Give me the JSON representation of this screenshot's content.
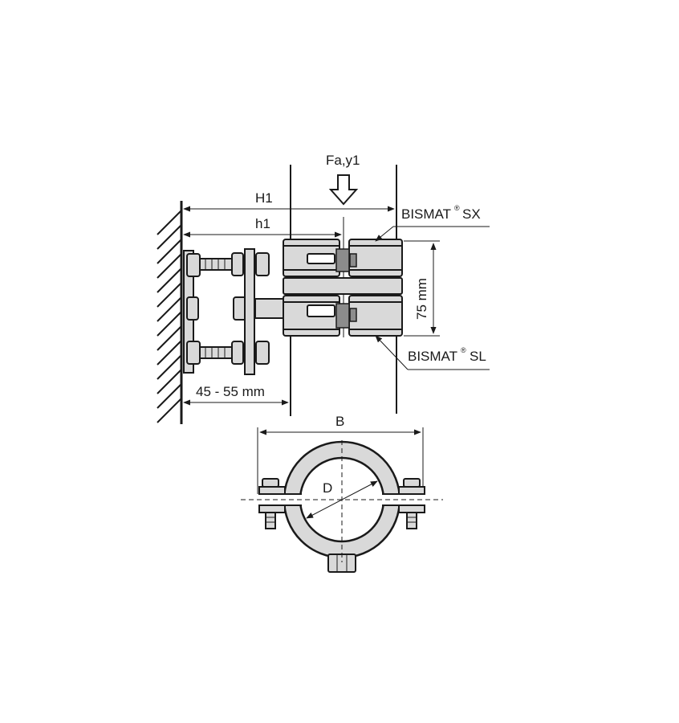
{
  "labels": {
    "force": "Fa,y1",
    "H1": "H1",
    "h1": "h1",
    "bismat_sx_name": "BISMAT",
    "bismat_sx_suffix": "SX",
    "bismat_sl_name": "BISMAT",
    "bismat_sl_suffix": "SL",
    "registered": "®",
    "spacing": "75 mm",
    "wall_gap": "45 - 55 mm",
    "B": "B",
    "D": "D"
  }
}
